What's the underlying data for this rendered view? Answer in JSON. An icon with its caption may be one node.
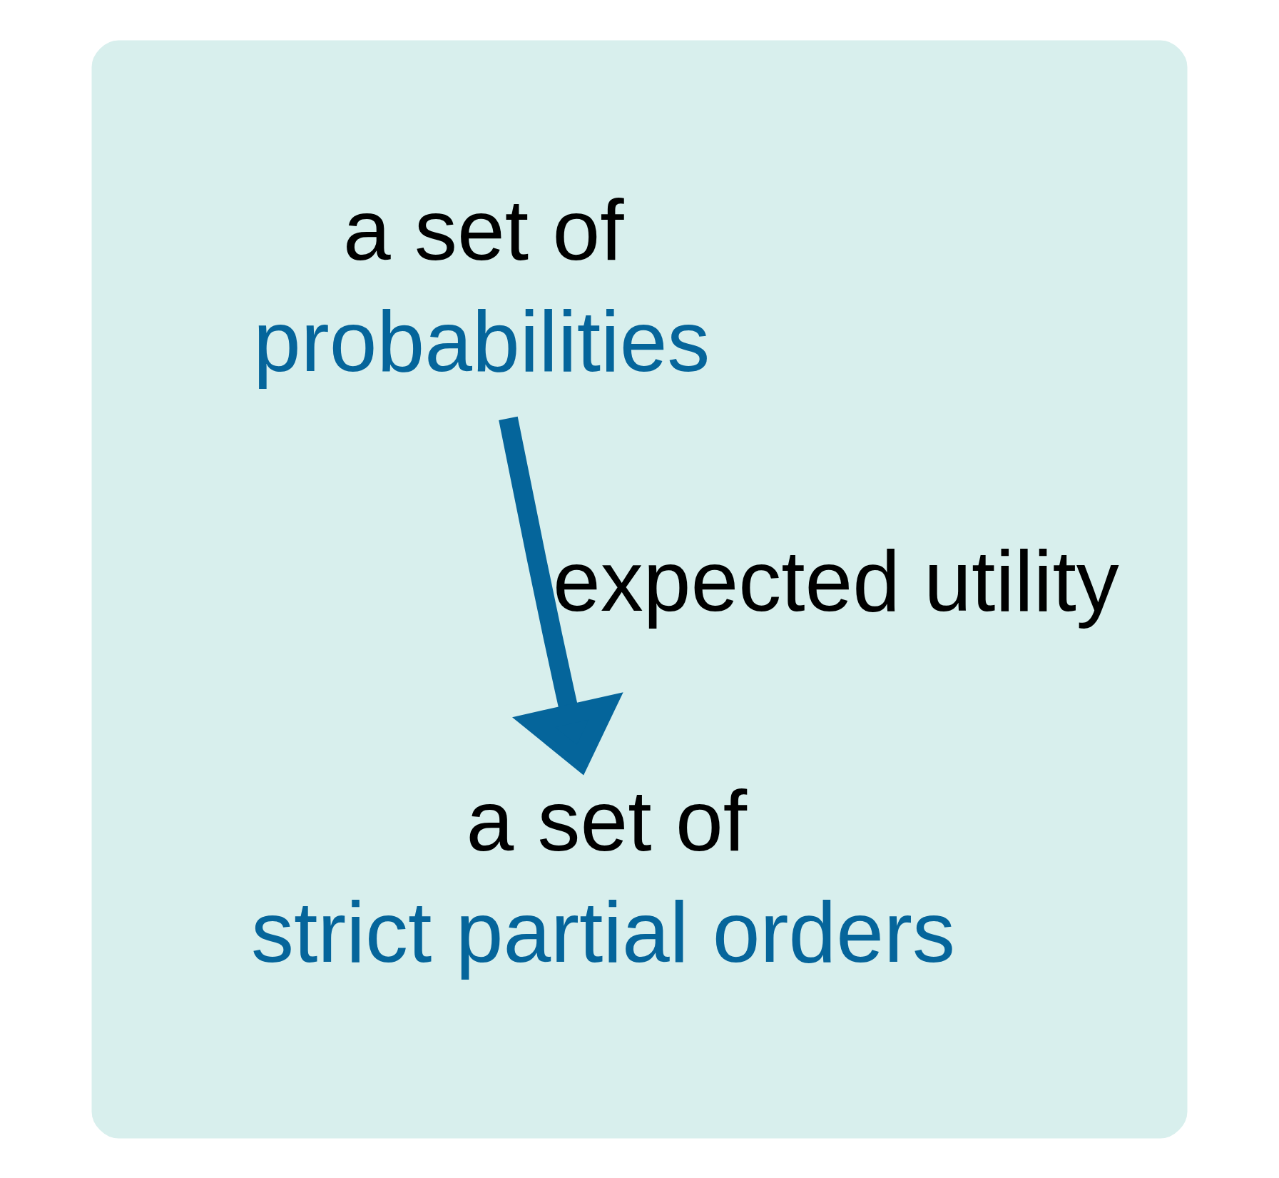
{
  "diagram": {
    "nodes": [
      {
        "text": [],
        "shape": "box"
      },
      {
        "text": [
          "a set of",
          "probabilities"
        ],
        "in": 0
      },
      {
        "text": [
          "a set of",
          "strict partial orders"
        ],
        "in": 0
      }
    ],
    "edges": [
      {
        "from": 1,
        "to": 2,
        "arrow": "to",
        "label": "expected utility"
      }
    ]
  }
}
